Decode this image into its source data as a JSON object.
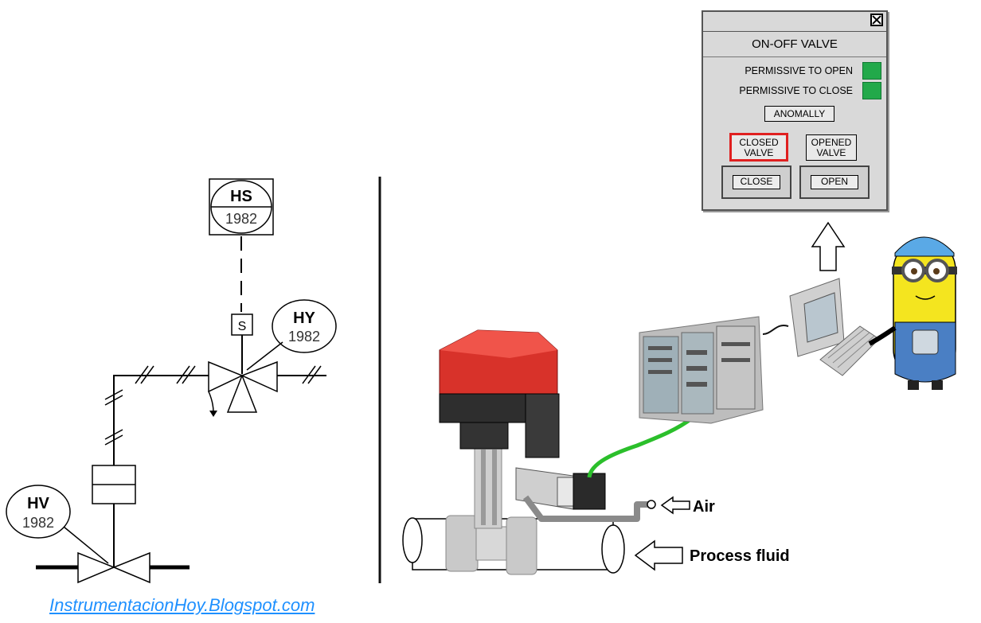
{
  "diagram": {
    "hs_tag": "HS",
    "hs_num": "1982",
    "hy_tag": "HY",
    "hy_num": "1982",
    "hv_tag": "HV",
    "hv_num": "1982",
    "solenoid_letter": "S"
  },
  "labels": {
    "air": "Air",
    "process_fluid": "Process fluid",
    "watermark": "InstrumentacionHoy.Blogspot.com"
  },
  "faceplate": {
    "title": "ON-OFF VALVE",
    "permissive_open": "PERMISSIVE TO OPEN",
    "permissive_close": "PERMISSIVE TO CLOSE",
    "anomaly": "ANOMALLY",
    "closed_valve_1": "CLOSED",
    "closed_valve_2": "VALVE",
    "opened_valve_1": "OPENED",
    "opened_valve_2": "VALVE",
    "close_button": "CLOSE",
    "open_button": "OPEN"
  },
  "colors": {
    "led_green": "#22a94a",
    "closed_highlight": "#e02020",
    "actuator_red": "#d8322a",
    "signal_cable": "#2bbf2b",
    "watermark_blue": "#1e90ff",
    "minion_yellow": "#f4e51f"
  }
}
